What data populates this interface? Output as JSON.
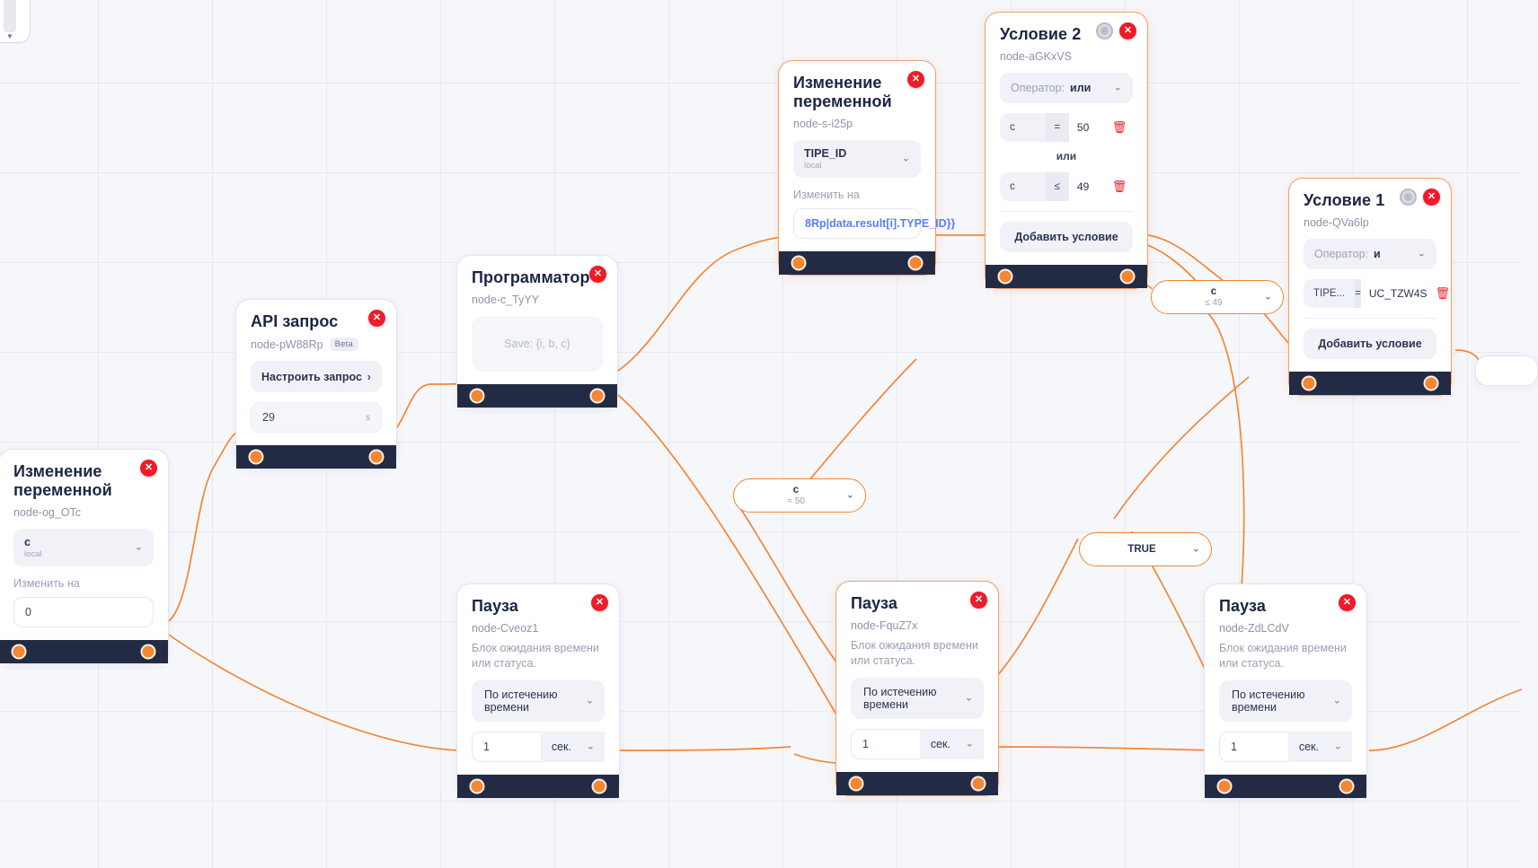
{
  "app": {
    "canvas_name": "workflow-canvas",
    "accent_color": "#f58634",
    "close_glyph": "✕",
    "info_glyph": "◎",
    "chevron_glyph": "⌄",
    "arrow_glyph": "›",
    "trash_glyph": "🗑"
  },
  "nodes": [
    {
      "key": "var-change-left",
      "title": "Изменение переменной",
      "id": "node-og_OTc",
      "variable": {
        "name": "c",
        "scope": "local"
      },
      "change_label": "Изменить на",
      "change_value": "0"
    },
    {
      "key": "api-request",
      "title": "API запрос",
      "id": "node-pW88Rp",
      "badge": "Beta",
      "configure_label": "Настроить запрос",
      "timeout_value": "29",
      "timeout_unit": "s"
    },
    {
      "key": "programmer",
      "title": "Программатор",
      "id": "node-c_TyYY",
      "code_placeholder": "Save: {i, b, c}"
    },
    {
      "key": "var-change-top",
      "title": "Изменение переменной",
      "id": "node-s-i25p",
      "variable": {
        "name": "TIPE_ID",
        "scope": "local"
      },
      "change_label": "Изменить на",
      "change_value": "8Rp|data.result[i].TYPE_ID}}"
    },
    {
      "key": "condition-2",
      "title": "Условие 2",
      "id": "node-aGKxVS",
      "operator_label": "Оператор:",
      "operator_value": "или",
      "conditions": [
        {
          "var": "c",
          "op": "=",
          "value": "50"
        },
        {
          "var": "c",
          "op": "≤",
          "value": "49"
        }
      ],
      "joiner": "или",
      "add_condition_label": "Добавить условие"
    },
    {
      "key": "condition-1",
      "title": "Условие 1",
      "id": "node-QVa6lp",
      "operator_label": "Оператор:",
      "operator_value": "и",
      "conditions": [
        {
          "var": "TIPE...",
          "op": "=",
          "value": "UC_TZW4S"
        }
      ],
      "add_condition_label": "Добавить условие"
    },
    {
      "key": "pause-1",
      "title": "Пауза",
      "id": "node-Cveoz1",
      "description": "Блок ожидания времени или статуса.",
      "mode": "По истечению времени",
      "amount": "1",
      "unit": "сек."
    },
    {
      "key": "pause-2",
      "title": "Пауза",
      "id": "node-FquZ7x",
      "description": "Блок ожидания времени или статуса.",
      "mode": "По истечению времени",
      "amount": "1",
      "unit": "сек."
    },
    {
      "key": "pause-3",
      "title": "Пауза",
      "id": "node-ZdLCdV",
      "description": "Блок ожидания времени или статуса.",
      "mode": "По истечению времени",
      "amount": "1",
      "unit": "сек."
    }
  ],
  "edge_labels": [
    {
      "key": "edge-c-le-49",
      "main": "c",
      "sub": "≤ 49"
    },
    {
      "key": "edge-c-eq-50",
      "main": "c",
      "sub": "= 50"
    },
    {
      "key": "edge-true",
      "main": "TRUE",
      "sub": ""
    }
  ]
}
